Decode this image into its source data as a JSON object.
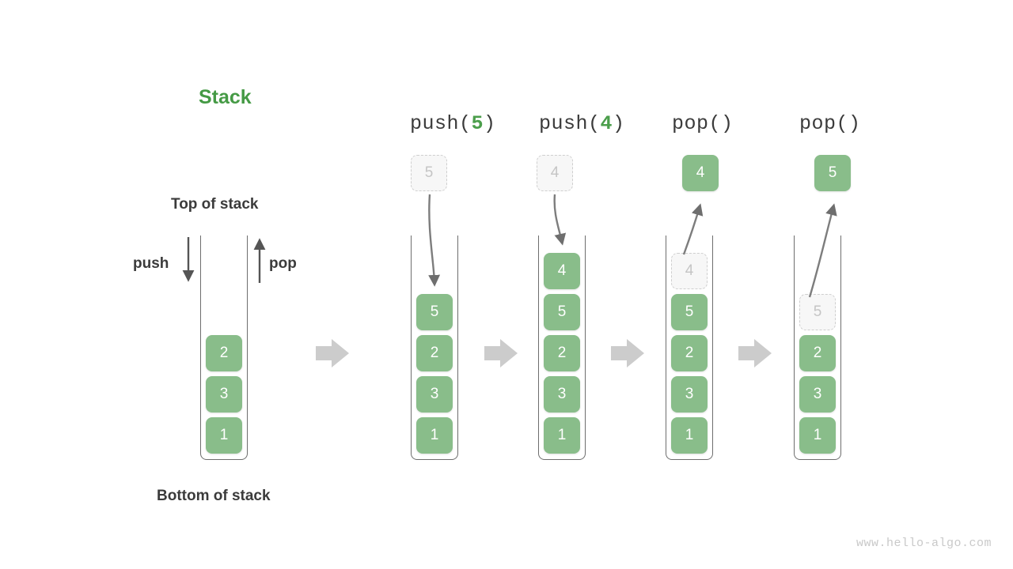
{
  "title": {
    "text": "Stack",
    "color": "#459a45"
  },
  "labels": {
    "top_of_stack": "Top of stack",
    "bottom_of_stack": "Bottom of stack",
    "push": "push",
    "pop": "pop"
  },
  "watermark": "www.hello-algo.com",
  "colors": {
    "cell_fill": "#89bd8a",
    "cell_text": "#ffffff",
    "ghost_fill": "#f7f7f7",
    "ghost_border": "#cfcfcf",
    "ghost_text": "#c5c5c5",
    "container_stroke": "#6e6e6e",
    "flow_arrow": "#cccccc",
    "accent_green": "#4b9e4b",
    "label_text": "#3b3b3b"
  },
  "stages": [
    {
      "id": "initial",
      "header": null,
      "header_prefix": null,
      "header_arg": null,
      "header_suffix": null,
      "cells": [
        "2",
        "3",
        "1"
      ],
      "float_cell": null,
      "ghost_in_stack": null
    },
    {
      "id": "push-5",
      "header_prefix": "push(",
      "header_arg": "5",
      "header_suffix": ")",
      "cells": [
        "5",
        "2",
        "3",
        "1"
      ],
      "float_cell": {
        "value": "5",
        "style": "ghost"
      },
      "ghost_in_stack": null
    },
    {
      "id": "push-4",
      "header_prefix": "push(",
      "header_arg": "4",
      "header_suffix": ")",
      "cells": [
        "4",
        "5",
        "2",
        "3",
        "1"
      ],
      "float_cell": {
        "value": "4",
        "style": "ghost"
      },
      "ghost_in_stack": null
    },
    {
      "id": "pop-1",
      "header_prefix": "pop(",
      "header_arg": "",
      "header_suffix": ")",
      "cells": [
        "5",
        "2",
        "3",
        "1"
      ],
      "float_cell": {
        "value": "4",
        "style": "filled"
      },
      "ghost_in_stack": {
        "value": "4",
        "slot": 0
      }
    },
    {
      "id": "pop-2",
      "header_prefix": "pop(",
      "header_arg": "",
      "header_suffix": ")",
      "cells": [
        "2",
        "3",
        "1"
      ],
      "float_cell": {
        "value": "5",
        "style": "filled"
      },
      "ghost_in_stack": {
        "value": "5",
        "slot": 1
      }
    }
  ],
  "flow_arrows": [
    {
      "name": "flow-arrow-1"
    },
    {
      "name": "flow-arrow-2"
    },
    {
      "name": "flow-arrow-3"
    },
    {
      "name": "flow-arrow-4"
    }
  ]
}
